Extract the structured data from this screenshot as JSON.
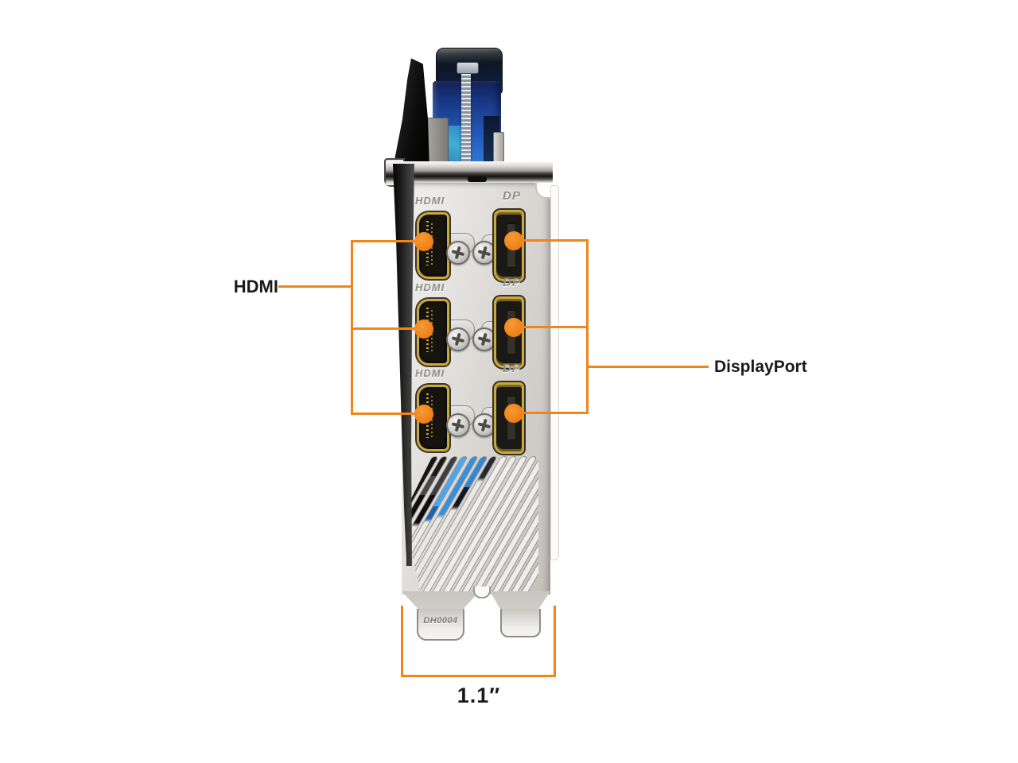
{
  "product": {
    "type": "graphics-card-io-bracket-diagram",
    "callouts": {
      "hdmi": {
        "label": "HDMI",
        "port_count": 3
      },
      "displayport": {
        "label": "DisplayPort",
        "port_count": 3
      }
    },
    "port_labels": {
      "hdmi": "HDMI",
      "dp": "DP"
    },
    "bracket": {
      "stamp": "DH0004"
    },
    "dimension": {
      "width_label": "1.1″"
    },
    "colors": {
      "accent_orange": "#F0861A",
      "label_text": "#1A1A1A",
      "cooler_blue": "#2257B4",
      "vent_blue": "#3D9AE8",
      "port_gold": "#C9A83C",
      "bracket_silver": "#D9D6D2"
    }
  }
}
